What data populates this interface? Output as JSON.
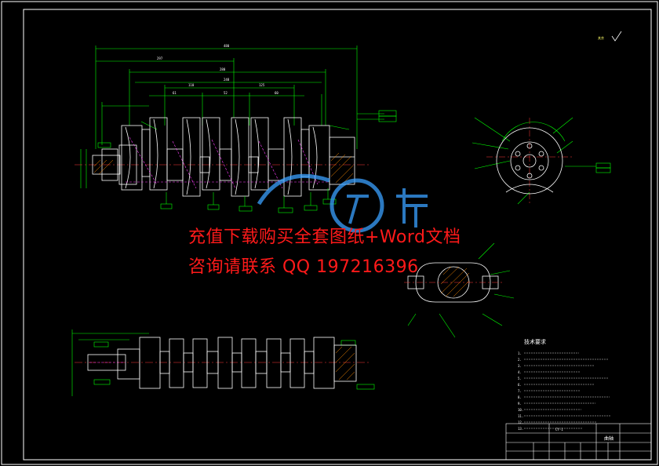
{
  "watermark": {
    "line1": "充值下载购买全套图纸+Word文档",
    "line2": "咨询请联系  QQ 1972163",
    "line2_overlay": "96",
    "color": "#ff1a1a"
  },
  "tech_requirements": {
    "title": "技术要求",
    "items": [
      "1.",
      "2.",
      "3.",
      "4.",
      "5.",
      "6.",
      "7.",
      "8.",
      "9.",
      "10.",
      "11.",
      "12.",
      "13."
    ]
  },
  "title_block": {
    "part_name": "曲轴",
    "drawing_no": "CY-1"
  },
  "surface_mark": "其余",
  "colors": {
    "background": "#000000",
    "outline": "#ffffff",
    "dimension": "#00ff00",
    "centerline": "#ff3b3b",
    "hatch": "#ff8c00",
    "hidden": "#ff40ff",
    "logo": "#3aa0ff"
  }
}
